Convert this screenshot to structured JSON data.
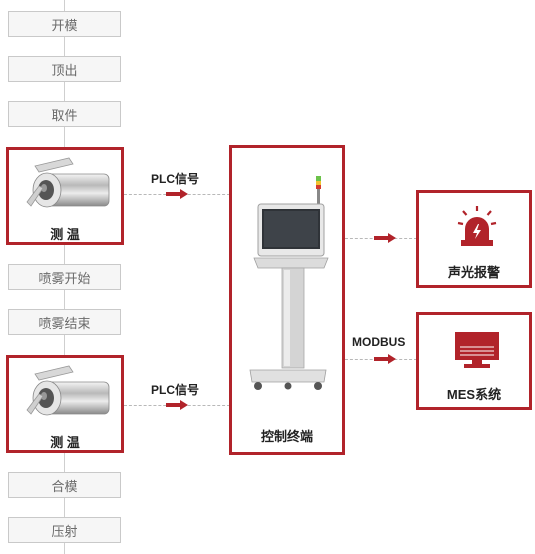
{
  "steps_top": [
    "开模",
    "顶出",
    "取件"
  ],
  "steps_mid": [
    "喷雾开始",
    "喷雾结束"
  ],
  "steps_bottom": [
    "合模",
    "压射"
  ],
  "sensor_label": "测 温",
  "signal_label": "PLC信号",
  "terminal_label": "控制终端",
  "alarm_label": "声光报警",
  "mes_label": "MES系统",
  "modbus_label": "MODBUS",
  "colors": {
    "accent": "#b1232a",
    "step_border": "#c9c9c9",
    "step_bg": "#f6f6f6"
  },
  "icons": [
    "thermal-camera-icon",
    "alarm-light-icon",
    "monitor-icon",
    "kiosk-terminal-icon",
    "arrow-right-icon"
  ]
}
